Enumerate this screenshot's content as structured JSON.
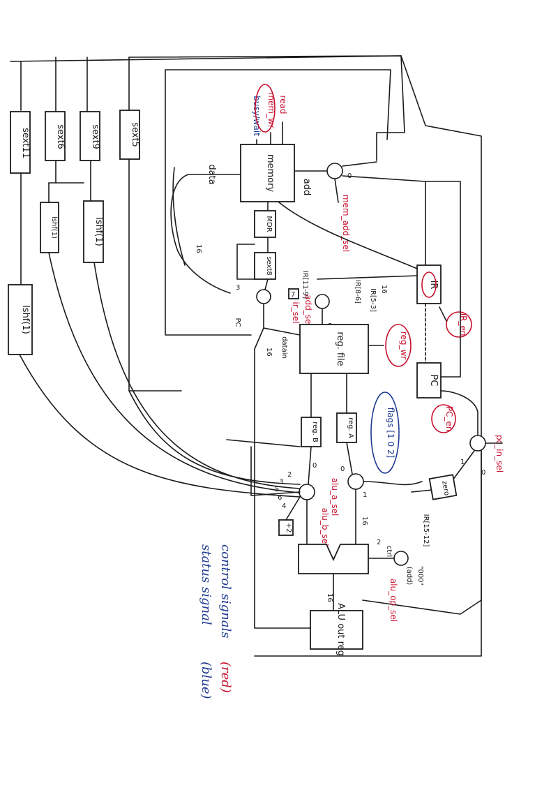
{
  "blocks": {
    "sext11": "sext11",
    "sext6": "sext6",
    "sext9": "sext9",
    "sext5": "sext5",
    "lshf1_a": "lshf(1)",
    "lshf1_b": "lshf(1)",
    "lshf1_c": "lshf(1)",
    "memory": "memory",
    "mdr": "MDR",
    "sext8": "sext8",
    "ir": "IR",
    "reg_file": "reg. file",
    "pc": "PC",
    "reg_a": "reg. A",
    "reg_b": "reg. B",
    "alu_out": "ALU out reg",
    "plus2": "+2",
    "eq": "7"
  },
  "labels": {
    "read": "read",
    "mem_wr": "mem_wr",
    "busy_wait": "busy/wait",
    "data": "data",
    "add": "add",
    "w16_a": "16",
    "w16_b": "16",
    "w16_c": "16",
    "w16_d": "16",
    "w16_e": "16",
    "w3_a": "3",
    "w3_b": "3",
    "w2": "2",
    "ir_11_9": "IR[11-9]",
    "ir_8_6": "IR[8-6]",
    "ir_5_3": "IR[5-3]",
    "ir_15_12": "IR[15-12]",
    "one_pc": "PC",
    "datain": "datain",
    "str_000": "\"000\"",
    "add_paren": "(add)",
    "ctrl": "ctrl",
    "m0": "0",
    "m1": "1",
    "m2": "2",
    "m3": "3",
    "m4": "4",
    "m5": "5",
    "m6": "6"
  },
  "control_signals": {
    "mem_add_sel": "mem_add_sel",
    "ir_en": "IR_en",
    "reg_wr": "reg_wr",
    "add_sel": "add_sel",
    "pc_in_sel": "pc_in_sel",
    "pc_en": "PC_en",
    "alu_a_sel": "alu_a_sel",
    "alu_b_sel": "alu_b_sel",
    "alu_op_sel": "alu_op_sel",
    "ir_sel": "ir_sel"
  },
  "status_signals": {
    "carry_zero": "flags [1 0 2]",
    "zero_flag": "zero"
  },
  "legend": {
    "control": "control signals",
    "control_color": "(red)",
    "status": "status signal",
    "status_color": "(blue)"
  },
  "colors": {
    "ink": "#1b1b1b",
    "control": "#c8102e",
    "status": "#1f3a93"
  }
}
